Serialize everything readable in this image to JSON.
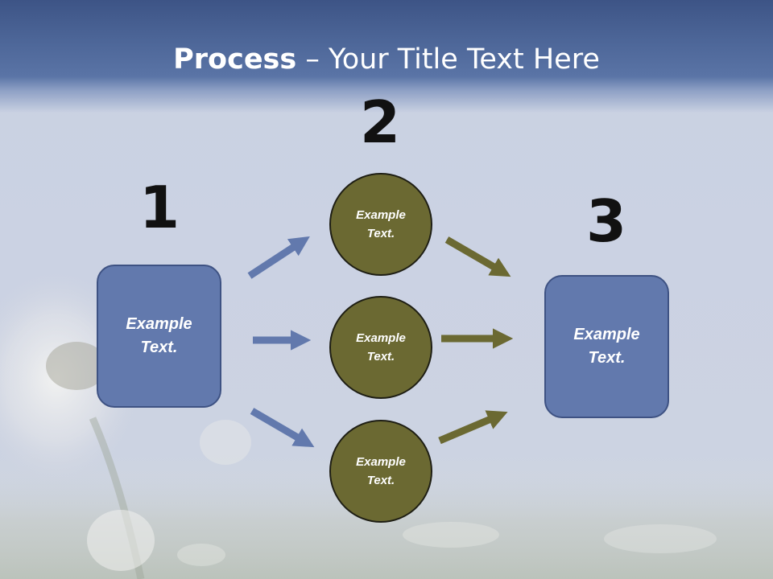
{
  "title": {
    "bold": "Process",
    "rest": " – Your Title Text Here"
  },
  "steps": {
    "one": {
      "number": "1",
      "text": [
        "Example",
        "Text."
      ]
    },
    "two": {
      "number": "2",
      "nodes": [
        {
          "text": [
            "Example",
            "Text."
          ]
        },
        {
          "text": [
            "Example",
            "Text."
          ]
        },
        {
          "text": [
            "Example",
            "Text."
          ]
        }
      ]
    },
    "three": {
      "number": "3",
      "text": [
        "Example",
        "Text."
      ]
    }
  },
  "colors": {
    "title_band": "#4b6496",
    "box_fill": "#6279ad",
    "circle_fill": "#6b6932",
    "arrow_blue": "#6279ad",
    "arrow_olive": "#6b6932"
  }
}
